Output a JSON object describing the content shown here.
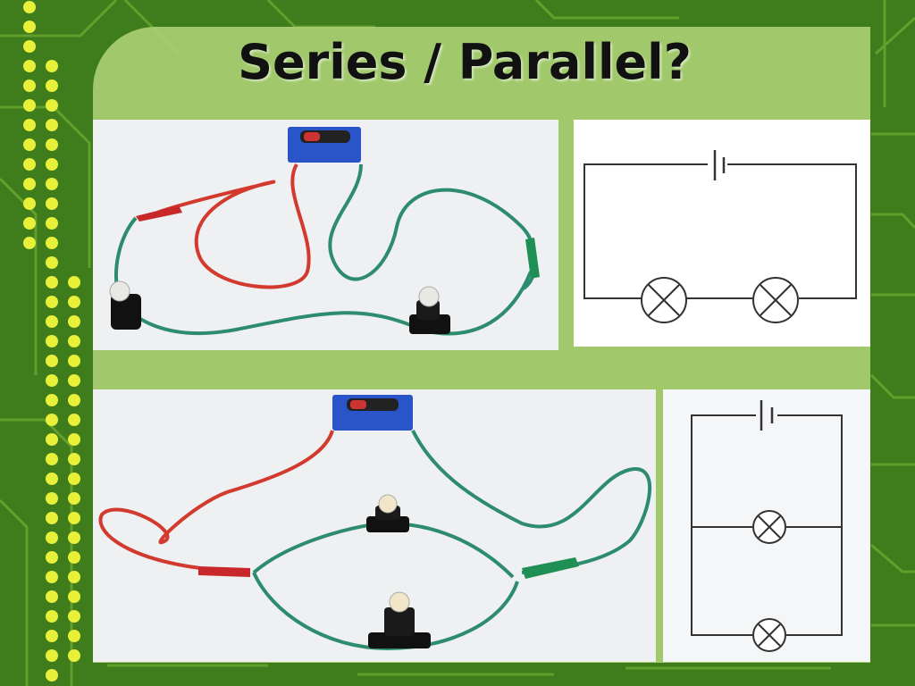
{
  "slide": {
    "title": "Series / Parallel?"
  },
  "images": {
    "series_photo": "Photo of series circuit: battery holder, red and green leads, two bulbs",
    "series_diagram": "Series circuit diagram: one cell, two lamps in a single loop",
    "parallel_photo": "Photo of parallel circuit: battery holder, two bulbs on separate branches",
    "parallel_diagram": "Parallel circuit diagram: one cell, two lamps on parallel branches"
  },
  "colors": {
    "background_green": "#3f7d1c",
    "panel_green": "#a9cf72",
    "dot_yellow": "#e8f03a",
    "wire_red": "#d23a2e",
    "wire_green": "#2e8c6e",
    "holder_blue": "#2a55c8"
  }
}
